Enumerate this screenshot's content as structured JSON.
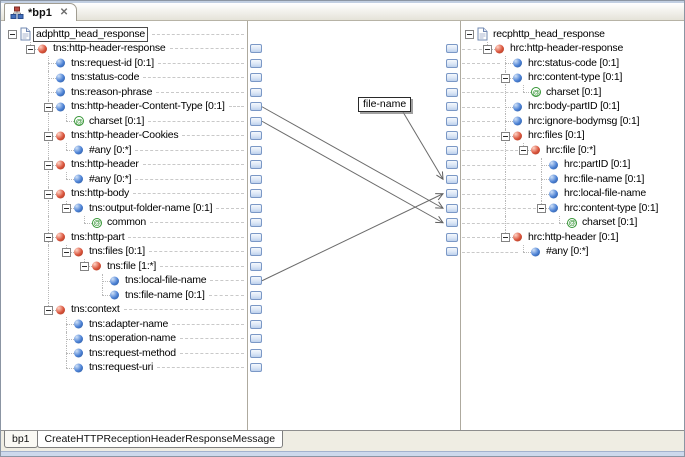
{
  "editor_tab": {
    "title": "*bp1",
    "close_glyph": "✕"
  },
  "left_tree": {
    "rows": [
      {
        "label": "adphttp_head_response",
        "depth": 0,
        "icon": "document",
        "expand": true,
        "selected": true
      },
      {
        "label": "tns:http-header-response",
        "depth": 1,
        "icon": "element-red",
        "expand": true
      },
      {
        "label": "tns:request-id [0:1]",
        "depth": 2,
        "icon": "element-blue"
      },
      {
        "label": "tns:status-code",
        "depth": 2,
        "icon": "element-blue"
      },
      {
        "label": "tns:reason-phrase",
        "depth": 2,
        "icon": "element-blue"
      },
      {
        "label": "tns:http-header-Content-Type [0:1]",
        "depth": 2,
        "icon": "element-blue",
        "expand": true
      },
      {
        "label": "charset [0:1]",
        "depth": 3,
        "icon": "attribute"
      },
      {
        "label": "tns:http-header-Cookies",
        "depth": 2,
        "icon": "element-red",
        "expand": true
      },
      {
        "label": "#any [0:*]",
        "depth": 3,
        "icon": "element-blue"
      },
      {
        "label": "tns:http-header",
        "depth": 2,
        "icon": "element-red",
        "expand": true
      },
      {
        "label": "#any [0:*]",
        "depth": 3,
        "icon": "element-blue"
      },
      {
        "label": "tns:http-body",
        "depth": 2,
        "icon": "element-red",
        "expand": true
      },
      {
        "label": "tns:output-folder-name [0:1]",
        "depth": 3,
        "icon": "element-blue",
        "expand": true
      },
      {
        "label": "common",
        "depth": 4,
        "icon": "attribute"
      },
      {
        "label": "tns:http-part",
        "depth": 2,
        "icon": "element-red",
        "expand": true
      },
      {
        "label": "tns:files [0:1]",
        "depth": 3,
        "icon": "element-red",
        "expand": true
      },
      {
        "label": "tns:file [1:*]",
        "depth": 4,
        "icon": "element-red",
        "expand": true
      },
      {
        "label": "tns:local-file-name",
        "depth": 5,
        "icon": "element-blue"
      },
      {
        "label": "tns:file-name [0:1]",
        "depth": 5,
        "icon": "element-blue"
      },
      {
        "label": "tns:context",
        "depth": 2,
        "icon": "element-red",
        "expand": true
      },
      {
        "label": "tns:adapter-name",
        "depth": 3,
        "icon": "element-blue"
      },
      {
        "label": "tns:operation-name",
        "depth": 3,
        "icon": "element-blue"
      },
      {
        "label": "tns:request-method",
        "depth": 3,
        "icon": "element-blue"
      },
      {
        "label": "tns:request-uri",
        "depth": 3,
        "icon": "element-blue"
      }
    ]
  },
  "right_tree": {
    "rows": [
      {
        "label": "recphttp_head_response",
        "depth": 0,
        "icon": "document",
        "expand": true
      },
      {
        "label": "hrc:http-header-response",
        "depth": 1,
        "icon": "element-red",
        "expand": true
      },
      {
        "label": "hrc:status-code [0:1]",
        "depth": 2,
        "icon": "element-blue"
      },
      {
        "label": "hrc:content-type [0:1]",
        "depth": 2,
        "icon": "element-blue",
        "expand": true
      },
      {
        "label": "charset [0:1]",
        "depth": 3,
        "icon": "attribute"
      },
      {
        "label": "hrc:body-partID [0:1]",
        "depth": 2,
        "icon": "element-blue"
      },
      {
        "label": "hrc:ignore-bodymsg [0:1]",
        "depth": 2,
        "icon": "element-blue"
      },
      {
        "label": "hrc:files [0:1]",
        "depth": 2,
        "icon": "element-red",
        "expand": true
      },
      {
        "label": "hrc:file [0:*]",
        "depth": 3,
        "icon": "element-red",
        "expand": true
      },
      {
        "label": "hrc:partID [0:1]",
        "depth": 4,
        "icon": "element-blue"
      },
      {
        "label": "hrc:file-name [0:1]",
        "depth": 4,
        "icon": "element-blue"
      },
      {
        "label": "hrc:local-file-name",
        "depth": 4,
        "icon": "element-blue"
      },
      {
        "label": "hrc:content-type [0:1]",
        "depth": 4,
        "icon": "element-blue",
        "expand": true
      },
      {
        "label": "charset [0:1]",
        "depth": 5,
        "icon": "attribute"
      },
      {
        "label": "hrc:http-header [0:1]",
        "depth": 2,
        "icon": "element-red",
        "expand": true
      },
      {
        "label": "#any [0:*]",
        "depth": 3,
        "icon": "element-blue"
      }
    ]
  },
  "connections": [
    {
      "from_left_row": 5,
      "to_right_row": 12
    },
    {
      "from_left_row": 6,
      "to_right_row": 13
    },
    {
      "from_left_row": 17,
      "to_right_row": 11
    }
  ],
  "constant": {
    "label": "file-name",
    "to_right_row": 10
  },
  "bottom_tabs": [
    {
      "label": "bp1",
      "active": false
    },
    {
      "label": "CreateHTTPReceptionHeaderResponseMessage",
      "active": true
    }
  ],
  "colors": {
    "element_red": "#d9533b",
    "element_blue": "#4a80d4",
    "attribute_green": "#359535",
    "port_border": "#7b98c6",
    "port_fill": "#dbe6f6",
    "wire": "#6b6b6b",
    "rail_line": "#aeaa9e",
    "leader": "#c9c9c9",
    "tree_guide": "#b9b9b9",
    "selection_border": "#4c4c4c",
    "tab_accent": "#c2cfe2",
    "bottom_band": "#cdd9ec"
  }
}
